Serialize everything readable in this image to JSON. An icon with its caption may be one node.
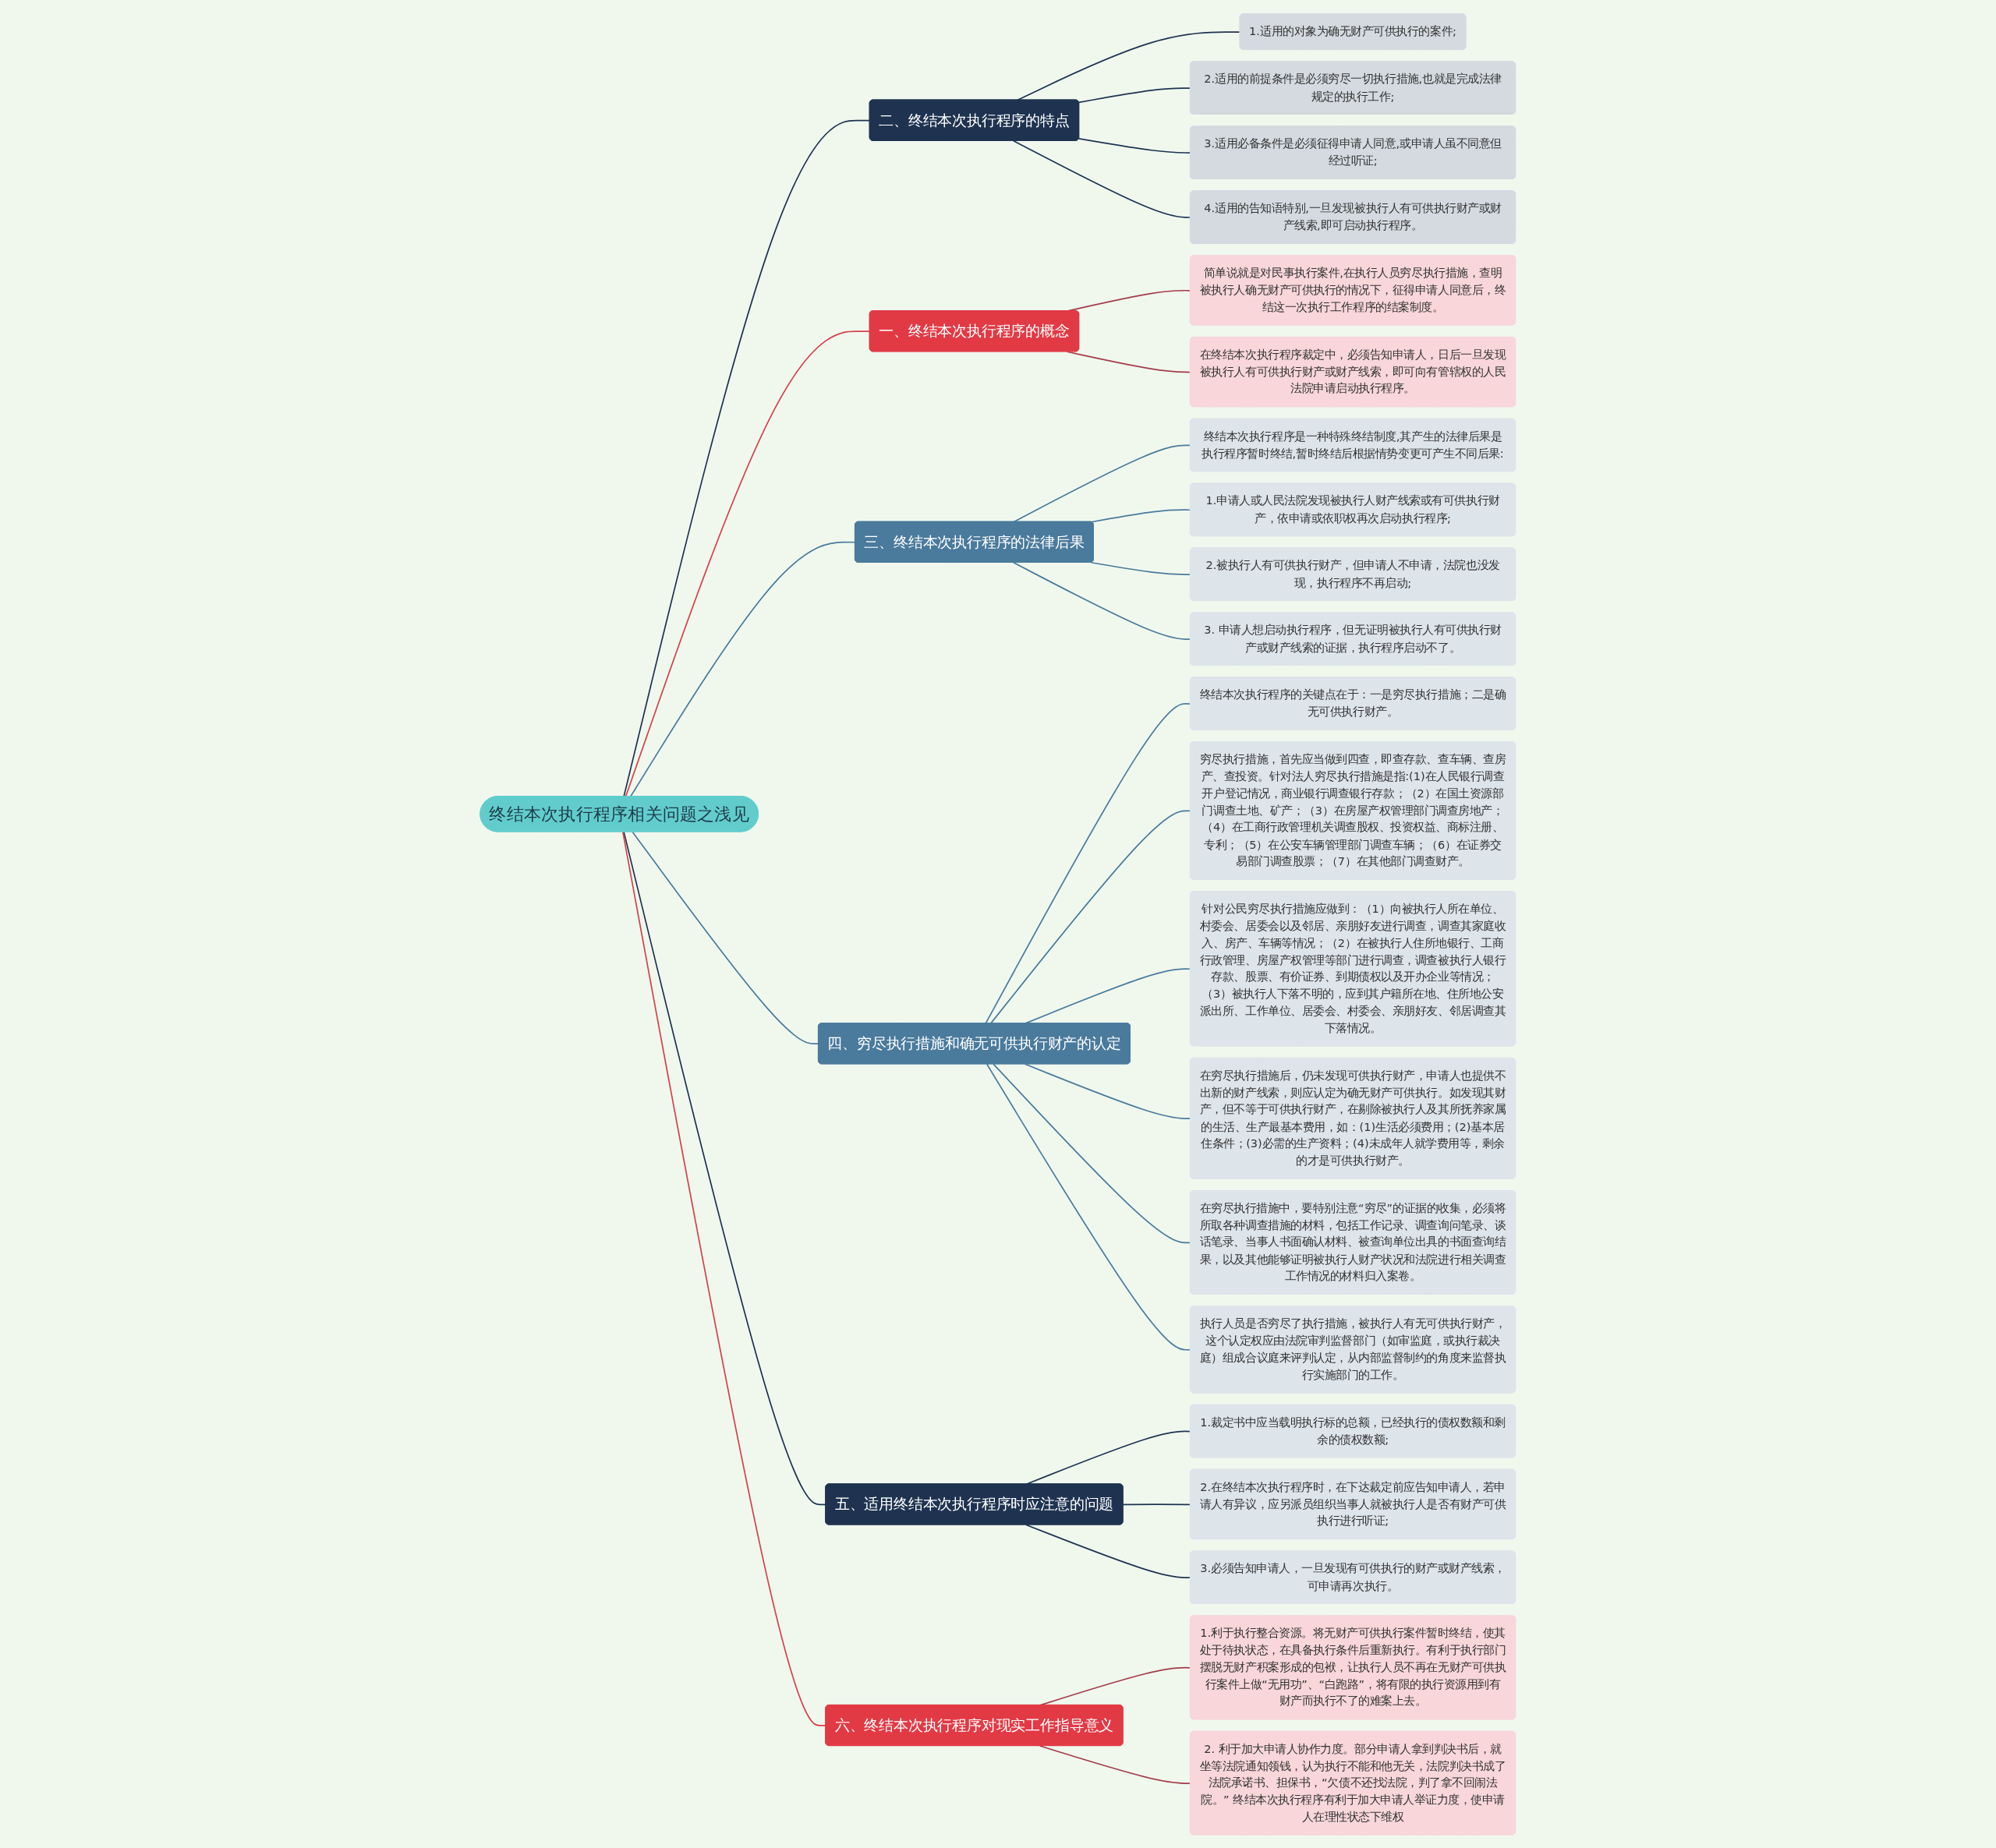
{
  "diagram": {
    "nodes": [
      {
        "text": [
          "终结本次执行程序相关问题之浅见"
        ]
      },
      {
        "text": [
          "二、终结本次执行程序的特点"
        ]
      },
      {
        "text": [
          "1.适用的对象为确无财产可供执行的案件;"
        ]
      },
      {
        "text": [
          "2.适用的前提条件是必须穷尽一切执行措施,也就是完成法律规定的执行工作;"
        ]
      },
      {
        "text": [
          "3.适用必备条件是必须征得申请人同意,或申请人虽不同意但经过听证;"
        ]
      },
      {
        "text": [
          "4.适用的告知语特别,一旦发现被执行人有可供执行财产或财产线索,即可启动执行程序。"
        ]
      },
      {
        "text": [
          "一、终结本次执行程序的概念"
        ]
      },
      {
        "text": [
          "简单说就是对民事执行案件,在执行人员穷尽执行措施，查明被执行人确无财产可供执行的情况下，征得申请人同意后，终结这一次执行工作程序的结案制度。"
        ]
      },
      {
        "text": [
          "在终结本次执行程序裁定中，必须告知申请人，日后一旦发现被执行人有可供执行财产或财产线索，即可向有管辖权的人民法院申请启动执行程序。"
        ]
      },
      {
        "text": [
          "三、终结本次执行程序的法律后果"
        ]
      },
      {
        "text": [
          "终结本次执行程序是一种特殊终结制度,其产生的法律后果是执行程序暂时终结,暂时终结后根据情势变更可产生不同后果:"
        ]
      },
      {
        "text": [
          "1.申请人或人民法院发现被执行人财产线索或有可供执行财产，依申请或依职权再次启动执行程序;"
        ]
      },
      {
        "text": [
          "2.被执行人有可供执行财产，但申请人不申请，法院也没发现，执行程序不再启动;"
        ]
      },
      {
        "text": [
          "3. 申请人想启动执行程序，但无证明被执行人有可供执行财产或财产线索的证据，执行程序启动不了。"
        ]
      },
      {
        "text": [
          "四、穷尽执行措施和确无可供执行财产的认定"
        ]
      },
      {
        "text": [
          "终结本次执行程序的关键点在于：一是穷尽执行措施；二是确无可供执行财产。"
        ]
      },
      {
        "text": [
          "穷尽执行措施，首先应当做到四查，即查存款、查车辆、查房产、查投资。针对法人穷尽执行措施是指:(1)在人民银行调查开户登记情况，商业银行调查银行存款；（2）在国土资源部门调查土地、矿产；（3）在房屋产权管理部门调查房地产；（4）在工商行政管理机关调查股权、投资权益、商标注册、专利；（5）在公安车辆管理部门调查车辆；（6）在证券交易部门调查股票；（7）在其他部门调查财产。"
        ]
      },
      {
        "text": [
          "针对公民穷尽执行措施应做到：（1）向被执行人所在单位、村委会、居委会以及邻居、亲朋好友进行调查，调查其家庭收入、房产、车辆等情况；（2）在被执行人住所地银行、工商行政管理、房屋产权管理等部门进行调查，调查被执行人银行存款、股票、有价证券、到期债权以及开办企业等情况；（3）被执行人下落不明的，应到其户籍所在地、住所地公安派出所、工作单位、居委会、村委会、亲朋好友、邻居调查其下落情况。"
        ]
      },
      {
        "text": [
          "在穷尽执行措施后，仍未发现可供执行财产，申请人也提供不出新的财产线索，则应认定为确无财产可供执行。如发现其财产，但不等于可供执行财产，在剔除被执行人及其所抚养家属的生活、生产最基本费用，如：(1)生活必须费用；(2)基本居住条件；(3)必需的生产资料；(4)未成年人就学费用等，剩余的才是可供执行财产。"
        ]
      },
      {
        "text": [
          "在穷尽执行措施中，要特别注意“穷尽”的证据的收集，必须将所取各种调查措施的材料，包括工作记录、调查询问笔录、谈话笔录、当事人书面确认材料、被查询单位出具的书面查询结果，以及其他能够证明被执行人财产状况和法院进行相关调查工作情况的材料归入案卷。"
        ]
      },
      {
        "text": [
          "执行人员是否穷尽了执行措施，被执行人有无可供执行财产，这个认定权应由法院审判监督部门（如审监庭，或执行裁决庭）组成合议庭来评判认定，从内部监督制约的角度来监督执行实施部门的工作。"
        ]
      },
      {
        "text": [
          "五、适用终结本次执行程序时应注意的问题"
        ]
      },
      {
        "text": [
          "1.裁定书中应当载明执行标的总额，已经执行的债权数额和剩余的债权数额;"
        ]
      },
      {
        "text": [
          "2.在终结本次执行程序时，在下达裁定前应告知申请人，若申请人有异议，应另派员组织当事人就被执行人是否有财产可供执行进行听证;"
        ]
      },
      {
        "text": [
          "3.必须告知申请人，一旦发现有可供执行的财产或财产线索，可申请再次执行。"
        ]
      },
      {
        "text": [
          "六、终结本次执行程序对现实工作指导意义"
        ]
      },
      {
        "text": [
          "1.利于执行整合资源。将无财产可供执行案件暂时终结，使其处于待执状态，在具备执行条件后重新执行。有利于执行部门摆脱无财产积案形成的包袱，让执行人员不再在无财产可供执行案件上做“无用功”、“白跑路”，将有限的执行资源用到有财产而执行不了的难案上去。"
        ]
      },
      {
        "text": [
          "2. 利于加大申请人协作力度。部分申请人拿到判决书后，就坐等法院通知领钱，认为执行不能和他无关，法院判决书成了法院承诺书、担保书，“欠债不还找法院，判了拿不回闹法院。” 终结本次执行程序有利于加大申请人举证力度，使申请人在理性状态下维权"
        ]
      }
    ],
    "edges": [
      {
        "from": 0,
        "to": 1,
        "arrow": "none",
        "color": "#1f3350"
      },
      {
        "from": 1,
        "to": 2,
        "arrow": "none",
        "color": "#1f3350"
      },
      {
        "from": 1,
        "to": 3,
        "arrow": "none",
        "color": "#1f3350"
      },
      {
        "from": 1,
        "to": 4,
        "arrow": "none",
        "color": "#1f3350"
      },
      {
        "from": 1,
        "to": 5,
        "arrow": "none",
        "color": "#1f3350"
      },
      {
        "from": 0,
        "to": 6,
        "arrow": "none",
        "color": "#d6404a"
      },
      {
        "from": 6,
        "to": 7,
        "arrow": "none",
        "color": "#a33b4a"
      },
      {
        "from": 6,
        "to": 8,
        "arrow": "none",
        "color": "#a33b4a"
      },
      {
        "from": 0,
        "to": 9,
        "arrow": "none"
      },
      {
        "from": 9,
        "to": 10,
        "arrow": "none"
      },
      {
        "from": 9,
        "to": 11,
        "arrow": "none"
      },
      {
        "from": 9,
        "to": 12,
        "arrow": "none"
      },
      {
        "from": 9,
        "to": 13,
        "arrow": "none"
      },
      {
        "from": 0,
        "to": 14,
        "arrow": "none"
      },
      {
        "from": 14,
        "to": 15,
        "arrow": "none"
      },
      {
        "from": 14,
        "to": 16,
        "arrow": "none"
      },
      {
        "from": 14,
        "to": 17,
        "arrow": "none"
      },
      {
        "from": 14,
        "to": 18,
        "arrow": "none"
      },
      {
        "from": 14,
        "to": 19,
        "arrow": "none"
      },
      {
        "from": 14,
        "to": 20,
        "arrow": "none"
      },
      {
        "from": 0,
        "to": 21,
        "arrow": "none",
        "color": "#1f3350"
      },
      {
        "from": 21,
        "to": 22,
        "arrow": "none",
        "color": "#1f3350"
      },
      {
        "from": 21,
        "to": 23,
        "arrow": "none",
        "color": "#1f3350"
      },
      {
        "from": 21,
        "to": 24,
        "arrow": "none",
        "color": "#1f3350"
      },
      {
        "from": 0,
        "to": 25,
        "arrow": "none",
        "color": "#d6404a"
      },
      {
        "from": 25,
        "to": 26,
        "arrow": "none",
        "color": "#a33b4a"
      },
      {
        "from": 25,
        "to": 27,
        "arrow": "none",
        "color": "#a33b4a"
      }
    ]
  }
}
